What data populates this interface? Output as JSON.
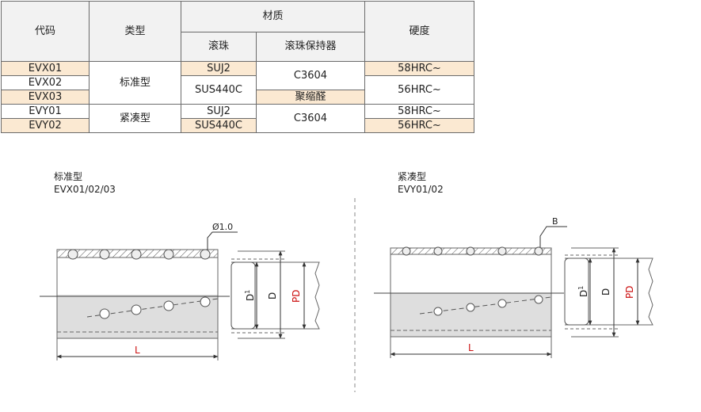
{
  "table": {
    "headers": {
      "code": "代码",
      "type": "类型",
      "material": "材质",
      "ball": "滚珠",
      "retainer": "滚珠保持器",
      "hardness": "硬度"
    },
    "rows": [
      {
        "code": "EVX01",
        "type": "标准型",
        "ball": "SUJ2",
        "retainer": "C3604",
        "hardness": "58HRC~"
      },
      {
        "code": "EVX02",
        "type": "标准型",
        "ball": "SUS440C",
        "retainer": "C3604",
        "hardness": "56HRC~"
      },
      {
        "code": "EVX03",
        "type": "标准型",
        "ball": "SUS440C",
        "retainer": "聚缩醛",
        "hardness": "56HRC~"
      },
      {
        "code": "EVY01",
        "type": "紧凑型",
        "ball": "SUJ2",
        "retainer": "C3604",
        "hardness": "58HRC~"
      },
      {
        "code": "EVY02",
        "type": "紧凑型",
        "ball": "SUS440C",
        "retainer": "C3604",
        "hardness": "56HRC~"
      }
    ],
    "highlight_color": "#fbe9d2"
  },
  "drawings": {
    "standard": {
      "title": "标准型",
      "codes": "EVX01/02/03",
      "ball_dim": "Ø1.0",
      "d1": "D",
      "d1_sub": "1",
      "d": "D",
      "pd": "PD",
      "l": "L"
    },
    "compact": {
      "title": "紧凑型",
      "codes": "EVY01/02",
      "ball_dim": "B",
      "d1": "D",
      "d1_sub": "1",
      "d": "D",
      "pd": "PD",
      "l": "L"
    },
    "dim_color": "#cc1111"
  }
}
